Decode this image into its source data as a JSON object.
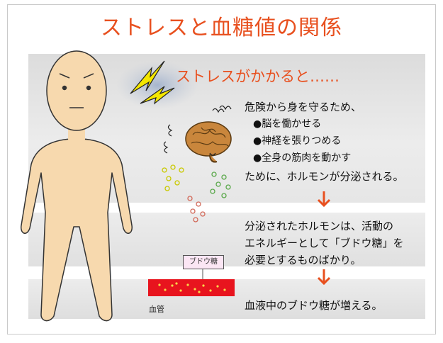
{
  "title": "ストレスと血糖値の関係",
  "subtitle": "ストレスがかかると……",
  "intro": "危険から身を守るため、",
  "bullets": [
    "●脳を働かせる",
    "●神経を張りつめる",
    "●全身の筋肉を動かす"
  ],
  "conclusion1": "ために、ホルモンが分泌される。",
  "explanation_lines": [
    "分泌されたホルモンは、活動の",
    "エネルギーとして「ブドウ糖」を",
    "必要とするものばかり。"
  ],
  "result": "血液中のブドウ糖が増える。",
  "glucose_label": "ブドウ糖",
  "vessel_label": "血管",
  "colors": {
    "accent": "#e8501f",
    "band": "#e4e4e4",
    "vessel": "#e8141e",
    "skin": "#f7d9ae"
  }
}
